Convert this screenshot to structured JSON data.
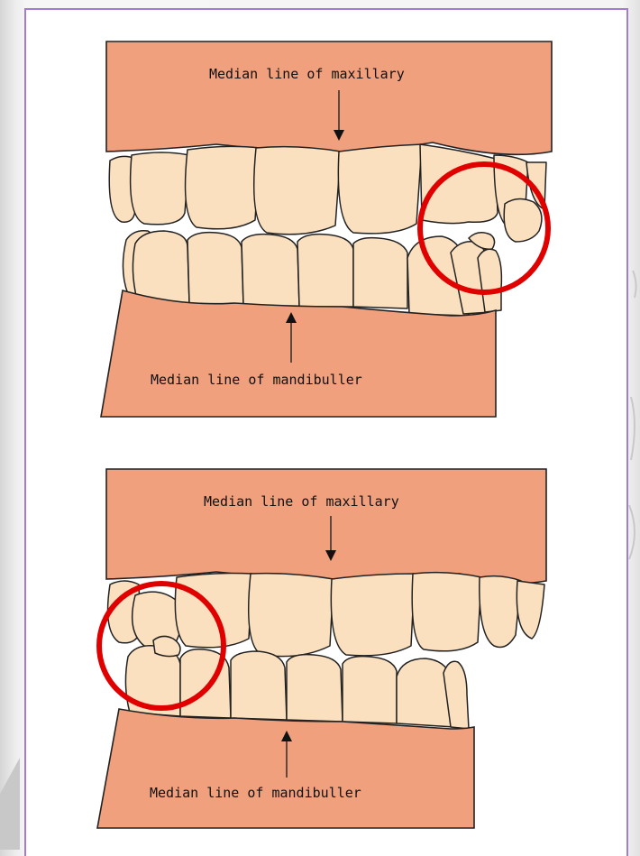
{
  "panels": [
    {
      "label_top": "Median line of maxillary",
      "label_bottom": "Median line of mandibuller"
    },
    {
      "label_top": "Median line of maxillary",
      "label_bottom": "Median line of mandibuller"
    }
  ],
  "colors": {
    "gum": "#f0a07d",
    "tooth": "#fbe0bf",
    "highlight_ring": "#e00000",
    "frame_border": "#a37bd0"
  }
}
